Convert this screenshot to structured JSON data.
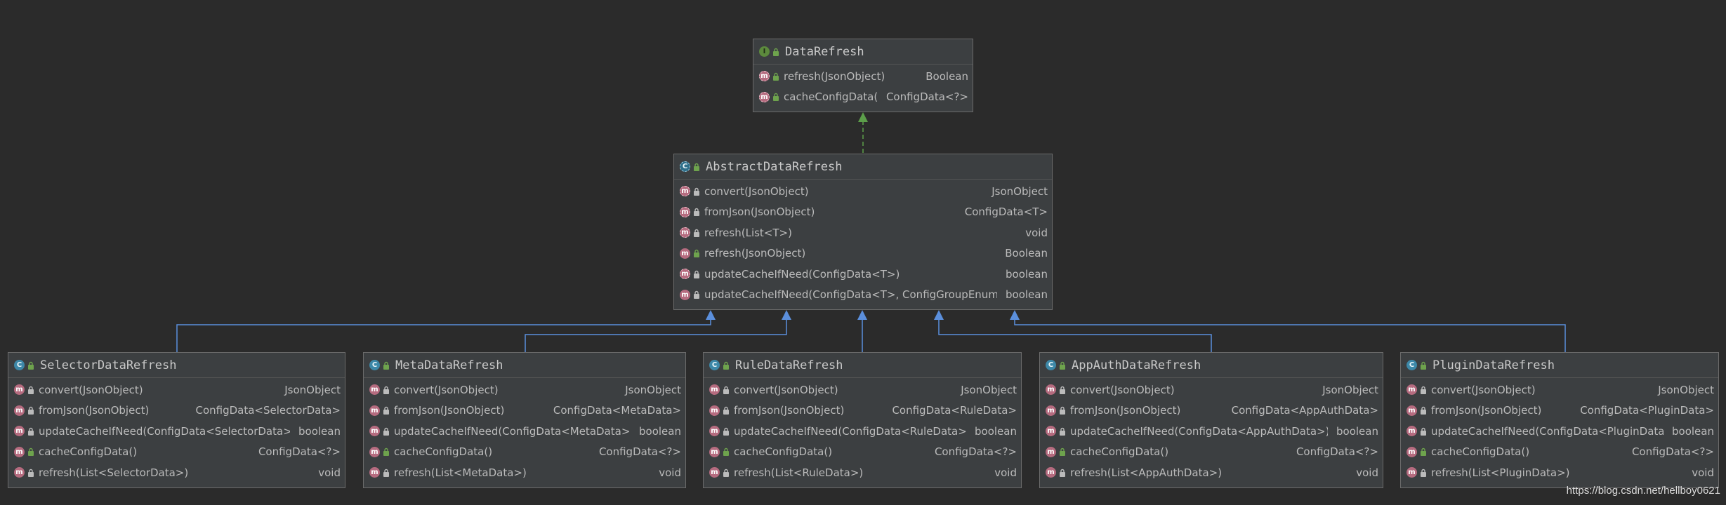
{
  "colors": {
    "background": "#2b2b2b",
    "box": "#3c3f41",
    "inherit_edge": "#5b8fdc",
    "implement_edge": "#5c9e4a"
  },
  "nodes": [
    {
      "id": "data_refresh",
      "title": "DataRefresh",
      "kind": "interface",
      "visibility": "public",
      "methods": [
        {
          "name": "refresh(JsonObject)",
          "type": "Boolean",
          "icon": "abstract-method-icon",
          "visibility": "public"
        },
        {
          "name": "cacheConfigData()",
          "type": "ConfigData<?>",
          "icon": "abstract-method-icon",
          "visibility": "public"
        }
      ]
    },
    {
      "id": "abstract_data_refresh",
      "title": "AbstractDataRefresh",
      "kind": "abstract",
      "visibility": "public",
      "methods": [
        {
          "name": "convert(JsonObject)",
          "type": "JsonObject",
          "icon": "abstract-method-icon",
          "visibility": "protected"
        },
        {
          "name": "fromJson(JsonObject)",
          "type": "ConfigData<T>",
          "icon": "abstract-method-icon",
          "visibility": "protected"
        },
        {
          "name": "refresh(List<T>)",
          "type": "void",
          "icon": "abstract-method-icon",
          "visibility": "protected"
        },
        {
          "name": "refresh(JsonObject)",
          "type": "Boolean",
          "icon": "method-icon",
          "visibility": "public"
        },
        {
          "name": "updateCacheIfNeed(ConfigData<T>)",
          "type": "boolean",
          "icon": "abstract-method-icon",
          "visibility": "protected"
        },
        {
          "name": "updateCacheIfNeed(ConfigData<T>, ConfigGroupEnum)",
          "type": "boolean",
          "icon": "method-icon",
          "visibility": "protected"
        }
      ]
    },
    {
      "id": "selector_data_refresh",
      "title": "SelectorDataRefresh",
      "kind": "class",
      "visibility": "public",
      "methods": [
        {
          "name": "convert(JsonObject)",
          "type": "JsonObject",
          "icon": "method-icon",
          "visibility": "protected"
        },
        {
          "name": "fromJson(JsonObject)",
          "type": "ConfigData<SelectorData>",
          "icon": "method-icon",
          "visibility": "protected"
        },
        {
          "name": "updateCacheIfNeed(ConfigData<SelectorData>)",
          "type": "boolean",
          "icon": "method-icon",
          "visibility": "protected"
        },
        {
          "name": "cacheConfigData()",
          "type": "ConfigData<?>",
          "icon": "method-icon",
          "visibility": "public"
        },
        {
          "name": "refresh(List<SelectorData>)",
          "type": "void",
          "icon": "method-icon",
          "visibility": "protected"
        }
      ]
    },
    {
      "id": "meta_data_refresh",
      "title": "MetaDataRefresh",
      "kind": "class",
      "visibility": "public",
      "methods": [
        {
          "name": "convert(JsonObject)",
          "type": "JsonObject",
          "icon": "method-icon",
          "visibility": "protected"
        },
        {
          "name": "fromJson(JsonObject)",
          "type": "ConfigData<MetaData>",
          "icon": "method-icon",
          "visibility": "protected"
        },
        {
          "name": "updateCacheIfNeed(ConfigData<MetaData>)",
          "type": "boolean",
          "icon": "method-icon",
          "visibility": "protected"
        },
        {
          "name": "cacheConfigData()",
          "type": "ConfigData<?>",
          "icon": "method-icon",
          "visibility": "public"
        },
        {
          "name": "refresh(List<MetaData>)",
          "type": "void",
          "icon": "method-icon",
          "visibility": "protected"
        }
      ]
    },
    {
      "id": "rule_data_refresh",
      "title": "RuleDataRefresh",
      "kind": "class",
      "visibility": "public",
      "methods": [
        {
          "name": "convert(JsonObject)",
          "type": "JsonObject",
          "icon": "method-icon",
          "visibility": "protected"
        },
        {
          "name": "fromJson(JsonObject)",
          "type": "ConfigData<RuleData>",
          "icon": "method-icon",
          "visibility": "protected"
        },
        {
          "name": "updateCacheIfNeed(ConfigData<RuleData>)",
          "type": "boolean",
          "icon": "method-icon",
          "visibility": "protected"
        },
        {
          "name": "cacheConfigData()",
          "type": "ConfigData<?>",
          "icon": "method-icon",
          "visibility": "public"
        },
        {
          "name": "refresh(List<RuleData>)",
          "type": "void",
          "icon": "method-icon",
          "visibility": "protected"
        }
      ]
    },
    {
      "id": "app_auth_data_refresh",
      "title": "AppAuthDataRefresh",
      "kind": "class",
      "visibility": "public",
      "methods": [
        {
          "name": "convert(JsonObject)",
          "type": "JsonObject",
          "icon": "method-icon",
          "visibility": "protected"
        },
        {
          "name": "fromJson(JsonObject)",
          "type": "ConfigData<AppAuthData>",
          "icon": "method-icon",
          "visibility": "protected"
        },
        {
          "name": "updateCacheIfNeed(ConfigData<AppAuthData>)",
          "type": "boolean",
          "icon": "method-icon",
          "visibility": "protected"
        },
        {
          "name": "cacheConfigData()",
          "type": "ConfigData<?>",
          "icon": "method-icon",
          "visibility": "public"
        },
        {
          "name": "refresh(List<AppAuthData>)",
          "type": "void",
          "icon": "method-icon",
          "visibility": "protected"
        }
      ]
    },
    {
      "id": "plugin_data_refresh",
      "title": "PluginDataRefresh",
      "kind": "class",
      "visibility": "public",
      "methods": [
        {
          "name": "convert(JsonObject)",
          "type": "JsonObject",
          "icon": "method-icon",
          "visibility": "protected"
        },
        {
          "name": "fromJson(JsonObject)",
          "type": "ConfigData<PluginData>",
          "icon": "method-icon",
          "visibility": "protected"
        },
        {
          "name": "updateCacheIfNeed(ConfigData<PluginData>)",
          "type": "boolean",
          "icon": "method-icon",
          "visibility": "protected"
        },
        {
          "name": "cacheConfigData()",
          "type": "ConfigData<?>",
          "icon": "method-icon",
          "visibility": "public"
        },
        {
          "name": "refresh(List<PluginData>)",
          "type": "void",
          "icon": "method-icon",
          "visibility": "protected"
        }
      ]
    }
  ],
  "edges": [
    {
      "from": "abstract_data_refresh",
      "to": "data_refresh",
      "kind": "implements"
    },
    {
      "from": "selector_data_refresh",
      "to": "abstract_data_refresh",
      "kind": "extends"
    },
    {
      "from": "meta_data_refresh",
      "to": "abstract_data_refresh",
      "kind": "extends"
    },
    {
      "from": "rule_data_refresh",
      "to": "abstract_data_refresh",
      "kind": "extends"
    },
    {
      "from": "app_auth_data_refresh",
      "to": "abstract_data_refresh",
      "kind": "extends"
    },
    {
      "from": "plugin_data_refresh",
      "to": "abstract_data_refresh",
      "kind": "extends"
    }
  ],
  "watermark": "https://blog.csdn.net/hellboy0621"
}
